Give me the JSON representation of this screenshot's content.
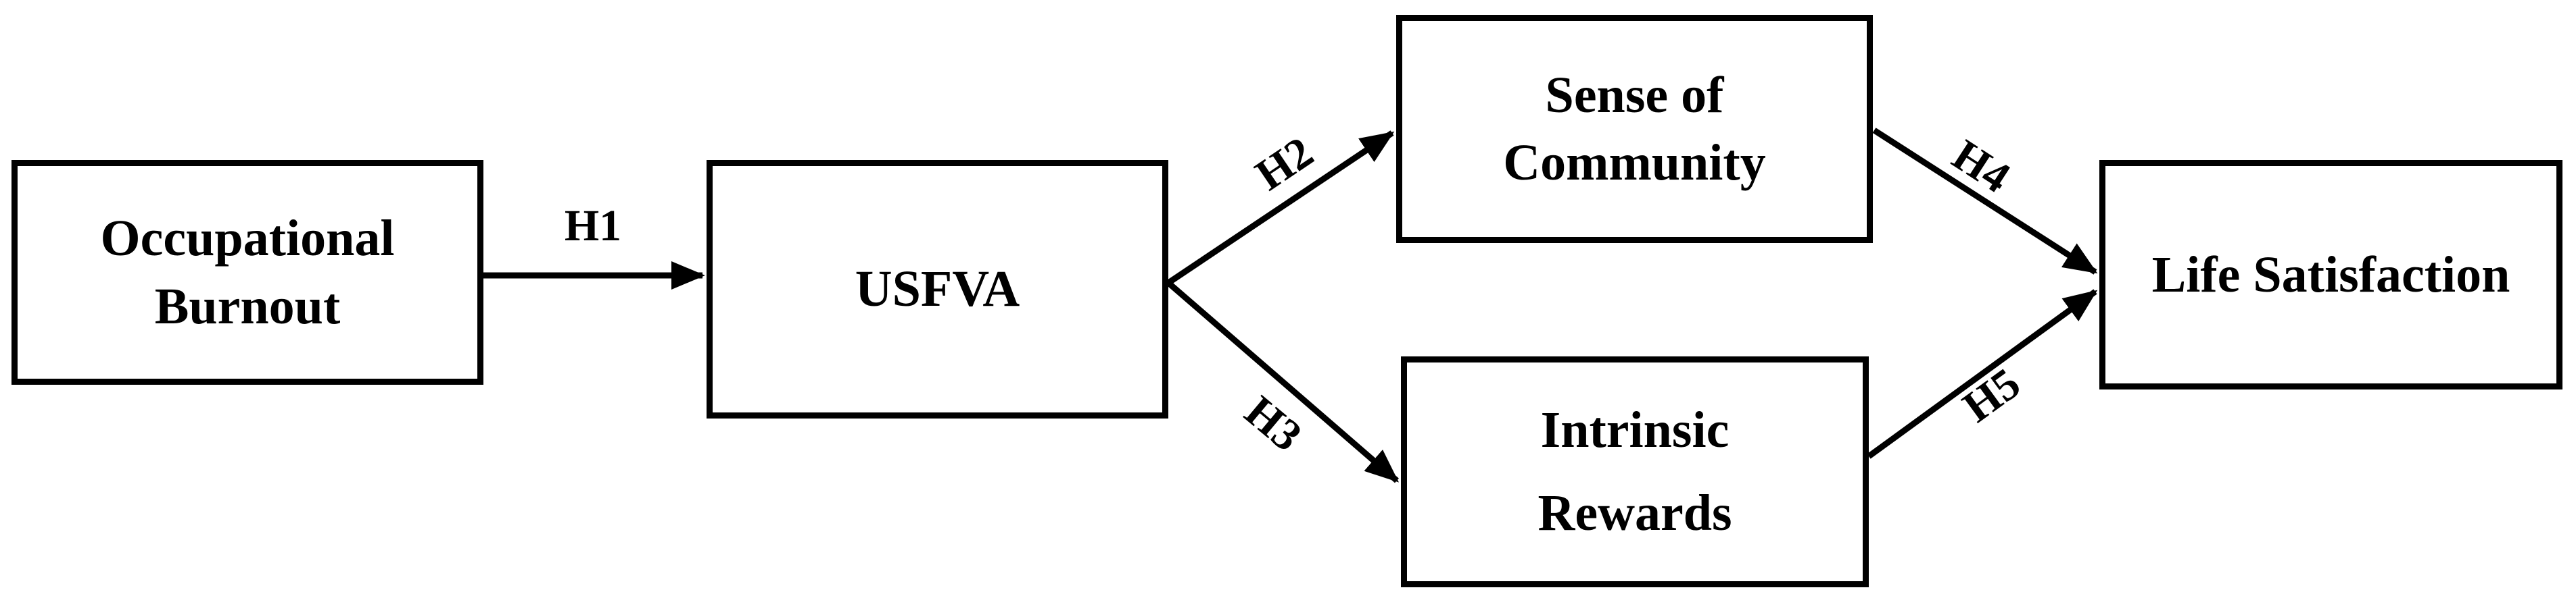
{
  "figure": {
    "type": "hypothesis-path-model",
    "background_color": "#ffffff",
    "ink_color": "#000000",
    "nodes": {
      "occupational_burnout": {
        "lines": [
          "Occupational",
          "Burnout"
        ]
      },
      "usfva": {
        "lines": [
          "USFVA"
        ]
      },
      "sense_of_community": {
        "lines": [
          "Sense of",
          "Community"
        ]
      },
      "intrinsic_rewards": {
        "lines": [
          "Intrinsic",
          "Rewards"
        ]
      },
      "life_satisfaction": {
        "lines": [
          "Life Satisfaction"
        ]
      }
    },
    "edges": {
      "h1": {
        "label": "H1",
        "from": "Occupational Burnout",
        "to": "USFVA"
      },
      "h2": {
        "label": "H2",
        "from": "USFVA",
        "to": "Sense of Community"
      },
      "h3": {
        "label": "H3",
        "from": "USFVA",
        "to": "Intrinsic Rewards"
      },
      "h4": {
        "label": "H4",
        "from": "Sense of Community",
        "to": "Life Satisfaction"
      },
      "h5": {
        "label": "H5",
        "from": "Intrinsic Rewards",
        "to": "Life Satisfaction"
      }
    }
  }
}
